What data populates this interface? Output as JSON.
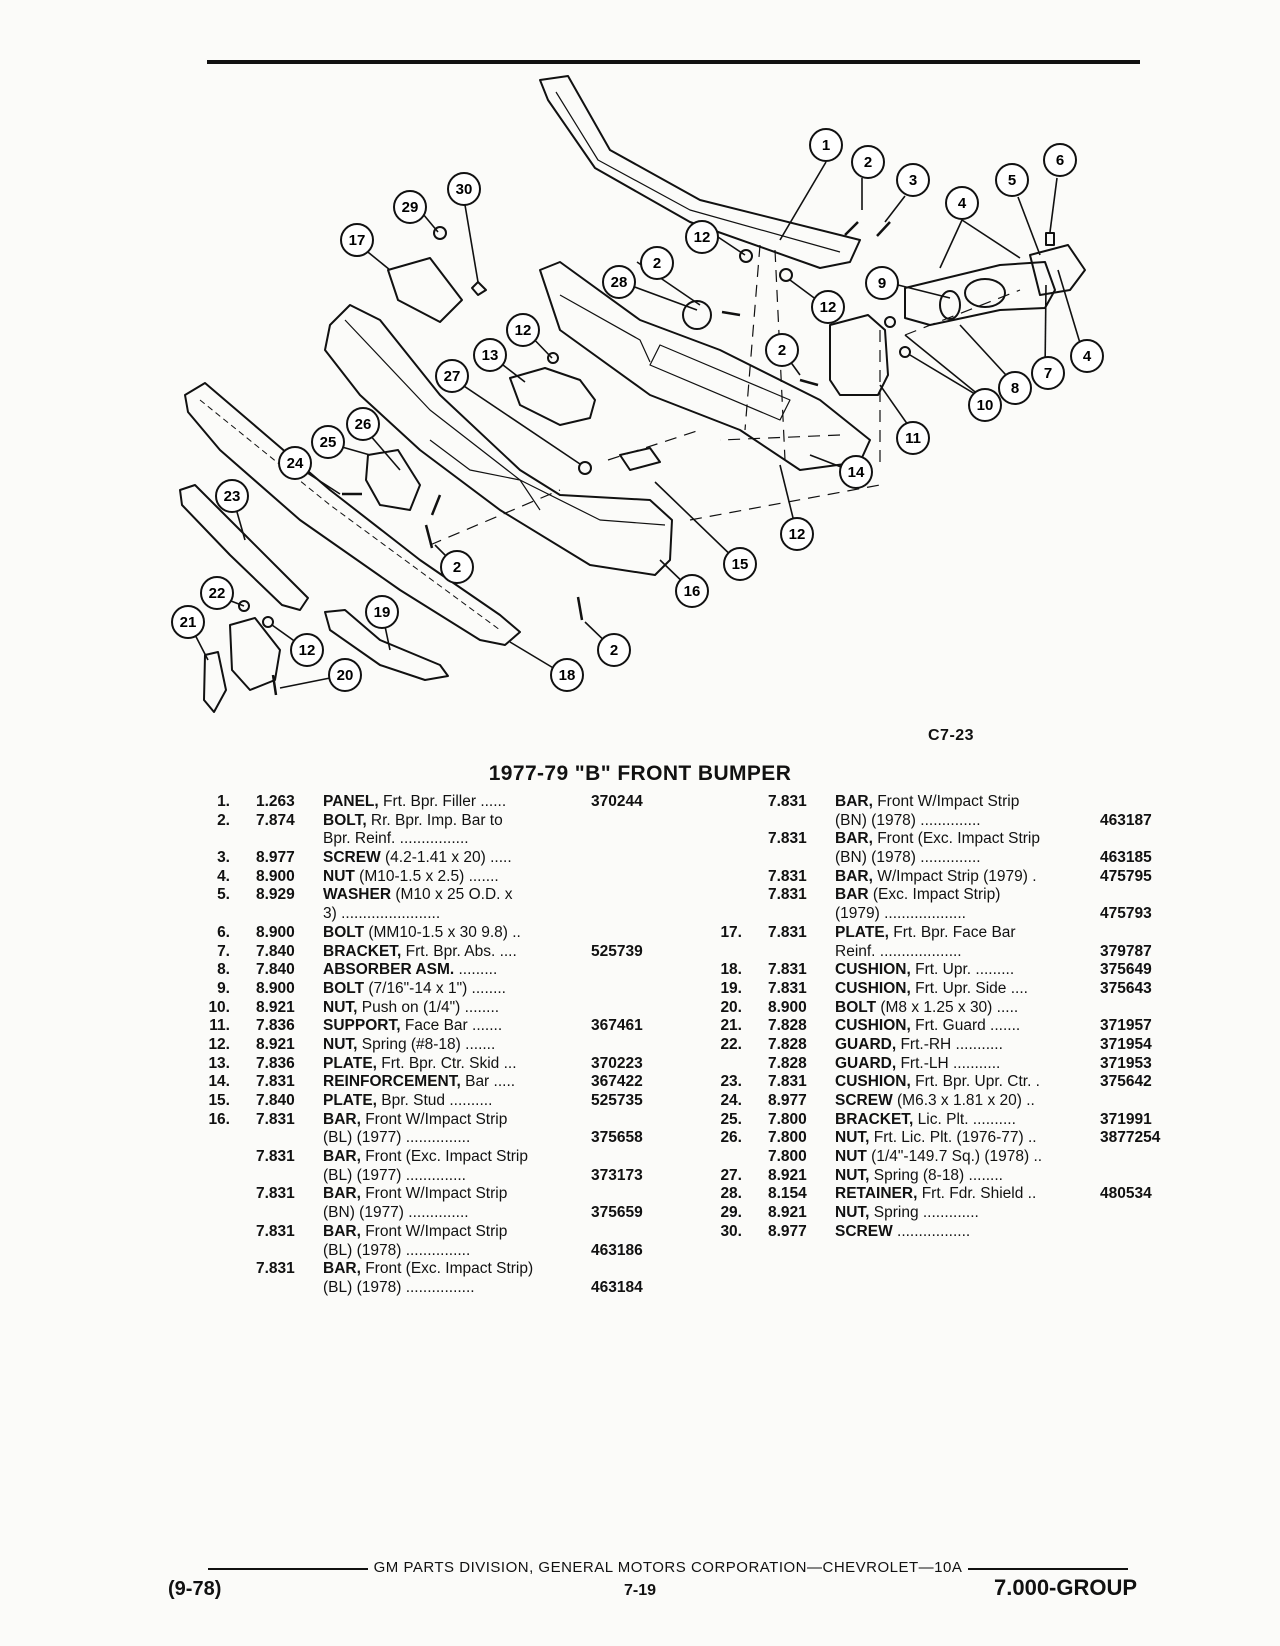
{
  "figure": {
    "code": "C7-23",
    "callouts": [
      "1",
      "2",
      "3",
      "4",
      "5",
      "6",
      "7",
      "8",
      "9",
      "10",
      "11",
      "12",
      "13",
      "14",
      "15",
      "16",
      "17",
      "18",
      "19",
      "20",
      "21",
      "22",
      "23",
      "24",
      "25",
      "26",
      "27",
      "28",
      "29",
      "30"
    ]
  },
  "title": "1977-79 \"B\" FRONT BUMPER",
  "parts_left": [
    {
      "num": "1.",
      "code": "1.263",
      "name": "PANEL,",
      "desc": " Frt. Bpr. Filler ......",
      "part": "370244"
    },
    {
      "num": "2.",
      "code": "7.874",
      "name": "BOLT,",
      "desc": " Rr. Bpr. Imp. Bar to",
      "part": ""
    },
    {
      "num": "",
      "code": "",
      "name": "",
      "desc": "Bpr. Reinf. ................",
      "part": ""
    },
    {
      "num": "3.",
      "code": "8.977",
      "name": "SCREW",
      "desc": " (4.2-1.41 x 20) .....",
      "part": ""
    },
    {
      "num": "4.",
      "code": "8.900",
      "name": "NUT",
      "desc": " (M10-1.5 x 2.5) .......",
      "part": ""
    },
    {
      "num": "5.",
      "code": "8.929",
      "name": "WASHER",
      "desc": " (M10 x 25 O.D. x",
      "part": ""
    },
    {
      "num": "",
      "code": "",
      "name": "",
      "desc": "3) .......................",
      "part": ""
    },
    {
      "num": "6.",
      "code": "8.900",
      "name": "BOLT",
      "desc": " (MM10-1.5 x 30 9.8) ..",
      "part": ""
    },
    {
      "num": "7.",
      "code": "7.840",
      "name": "BRACKET,",
      "desc": " Frt. Bpr. Abs. ....",
      "part": "525739"
    },
    {
      "num": "8.",
      "code": "7.840",
      "name": "ABSORBER ASM.",
      "desc": " .........",
      "part": ""
    },
    {
      "num": "9.",
      "code": "8.900",
      "name": "BOLT",
      "desc": " (7/16\"-14 x 1\") ........",
      "part": ""
    },
    {
      "num": "10.",
      "code": "8.921",
      "name": "NUT,",
      "desc": " Push on (1/4\") ........",
      "part": ""
    },
    {
      "num": "11.",
      "code": "7.836",
      "name": "SUPPORT,",
      "desc": " Face Bar .......",
      "part": "367461"
    },
    {
      "num": "12.",
      "code": "8.921",
      "name": "NUT,",
      "desc": " Spring (#8-18) .......",
      "part": ""
    },
    {
      "num": "13.",
      "code": "7.836",
      "name": "PLATE,",
      "desc": " Frt. Bpr. Ctr. Skid ...",
      "part": "370223"
    },
    {
      "num": "14.",
      "code": "7.831",
      "name": "REINFORCEMENT,",
      "desc": " Bar .....",
      "part": "367422"
    },
    {
      "num": "15.",
      "code": "7.840",
      "name": "PLATE,",
      "desc": " Bpr. Stud ..........",
      "part": "525735"
    },
    {
      "num": "16.",
      "code": "7.831",
      "name": "BAR,",
      "desc": " Front W/Impact Strip",
      "part": ""
    },
    {
      "num": "",
      "code": "",
      "name": "",
      "desc": "(BL) (1977) ...............",
      "part": "375658"
    },
    {
      "num": "",
      "code": "7.831",
      "name": "BAR,",
      "desc": " Front (Exc. Impact Strip",
      "part": ""
    },
    {
      "num": "",
      "code": "",
      "name": "",
      "desc": "(BL) (1977) ..............",
      "part": "373173"
    },
    {
      "num": "",
      "code": "7.831",
      "name": "BAR,",
      "desc": " Front W/Impact Strip",
      "part": ""
    },
    {
      "num": "",
      "code": "",
      "name": "",
      "desc": "(BN) (1977) ..............",
      "part": "375659"
    },
    {
      "num": "",
      "code": "7.831",
      "name": "BAR,",
      "desc": " Front W/Impact Strip",
      "part": ""
    },
    {
      "num": "",
      "code": "",
      "name": "",
      "desc": "(BL) (1978) ...............",
      "part": "463186"
    },
    {
      "num": "",
      "code": "7.831",
      "name": "BAR,",
      "desc": " Front (Exc. Impact Strip)",
      "part": ""
    },
    {
      "num": "",
      "code": "",
      "name": "",
      "desc": "(BL) (1978) ................",
      "part": "463184"
    }
  ],
  "parts_right": [
    {
      "num": "",
      "code": "7.831",
      "name": "BAR,",
      "desc": " Front W/Impact Strip",
      "part": ""
    },
    {
      "num": "",
      "code": "",
      "name": "",
      "desc": "(BN) (1978) ..............",
      "part": "463187"
    },
    {
      "num": "",
      "code": "7.831",
      "name": "BAR,",
      "desc": " Front (Exc. Impact Strip",
      "part": ""
    },
    {
      "num": "",
      "code": "",
      "name": "",
      "desc": "(BN) (1978) ..............",
      "part": "463185"
    },
    {
      "num": "",
      "code": "7.831",
      "name": "BAR,",
      "desc": " W/Impact Strip (1979) .",
      "part": "475795"
    },
    {
      "num": "",
      "code": "7.831",
      "name": "BAR",
      "desc": " (Exc. Impact Strip)",
      "part": ""
    },
    {
      "num": "",
      "code": "",
      "name": "",
      "desc": "(1979) ...................",
      "part": "475793"
    },
    {
      "num": "17.",
      "code": "7.831",
      "name": "PLATE,",
      "desc": " Frt. Bpr. Face Bar",
      "part": ""
    },
    {
      "num": "",
      "code": "",
      "name": "",
      "desc": "Reinf. ...................",
      "part": "379787"
    },
    {
      "num": "18.",
      "code": "7.831",
      "name": "CUSHION,",
      "desc": " Frt. Upr. .........",
      "part": "375649"
    },
    {
      "num": "19.",
      "code": "7.831",
      "name": "CUSHION,",
      "desc": " Frt. Upr. Side ....",
      "part": "375643"
    },
    {
      "num": "20.",
      "code": "8.900",
      "name": "BOLT",
      "desc": " (M8 x 1.25 x 30) .....",
      "part": ""
    },
    {
      "num": "21.",
      "code": "7.828",
      "name": "CUSHION,",
      "desc": " Frt. Guard .......",
      "part": "371957"
    },
    {
      "num": "22.",
      "code": "7.828",
      "name": "GUARD,",
      "desc": " Frt.-RH ...........",
      "part": "371954"
    },
    {
      "num": "",
      "code": "7.828",
      "name": "GUARD,",
      "desc": " Frt.-LH ...........",
      "part": "371953"
    },
    {
      "num": "23.",
      "code": "7.831",
      "name": "CUSHION,",
      "desc": " Frt. Bpr. Upr. Ctr. .",
      "part": "375642"
    },
    {
      "num": "24.",
      "code": "8.977",
      "name": "SCREW",
      "desc": " (M6.3 x 1.81 x 20) ..",
      "part": ""
    },
    {
      "num": "25.",
      "code": "7.800",
      "name": "BRACKET,",
      "desc": " Lic. Plt. ..........",
      "part": "371991"
    },
    {
      "num": "26.",
      "code": "7.800",
      "name": "NUT,",
      "desc": " Frt. Lic. Plt. (1976-77) ..",
      "part": "3877254"
    },
    {
      "num": "",
      "code": "7.800",
      "name": "NUT",
      "desc": " (1/4\"-149.7 Sq.) (1978) ..",
      "part": ""
    },
    {
      "num": "27.",
      "code": "8.921",
      "name": "NUT,",
      "desc": " Spring (8-18) ........",
      "part": ""
    },
    {
      "num": "28.",
      "code": "8.154",
      "name": "RETAINER,",
      "desc": " Frt. Fdr. Shield ..",
      "part": "480534"
    },
    {
      "num": "29.",
      "code": "8.921",
      "name": "NUT,",
      "desc": " Spring .............",
      "part": ""
    },
    {
      "num": "30.",
      "code": "8.977",
      "name": "SCREW",
      "desc": " .................",
      "part": ""
    }
  ],
  "footer": {
    "line": "GM PARTS DIVISION, GENERAL MOTORS CORPORATION—CHEVROLET—10A",
    "date": "(9-78)",
    "page": "7-19",
    "group": "7.000-GROUP"
  }
}
